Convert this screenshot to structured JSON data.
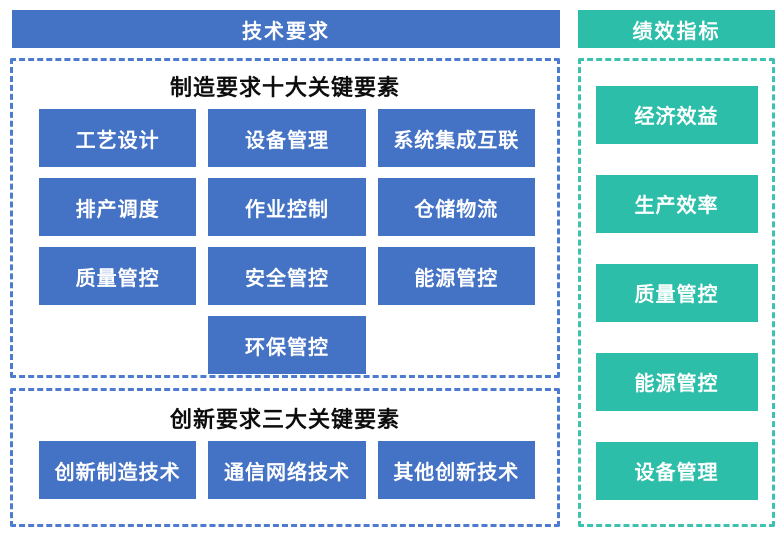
{
  "colors": {
    "blue": "#4472C4",
    "blue_dash": "#4C7BD0",
    "teal": "#2DBEA9",
    "teal_dash": "#3CC2AE",
    "title_text": "#0d0d0d",
    "button_text": "#ffffff",
    "background": "#ffffff"
  },
  "left": {
    "header": "技术要求",
    "sections": [
      {
        "title": "制造要求十大关键要素",
        "rows": [
          [
            "工艺设计",
            "设备管理",
            "系统集成互联"
          ],
          [
            "排产调度",
            "作业控制",
            "仓储物流"
          ],
          [
            "质量管控",
            "安全管控",
            "能源管控"
          ],
          [
            "环保管控"
          ]
        ]
      },
      {
        "title": "创新要求三大关键要素",
        "rows": [
          [
            "创新制造技术",
            "通信网络技术",
            "其他创新技术"
          ]
        ]
      }
    ]
  },
  "right": {
    "header": "绩效指标",
    "items": [
      "经济效益",
      "生产效率",
      "质量管控",
      "能源管控",
      "设备管理"
    ]
  }
}
